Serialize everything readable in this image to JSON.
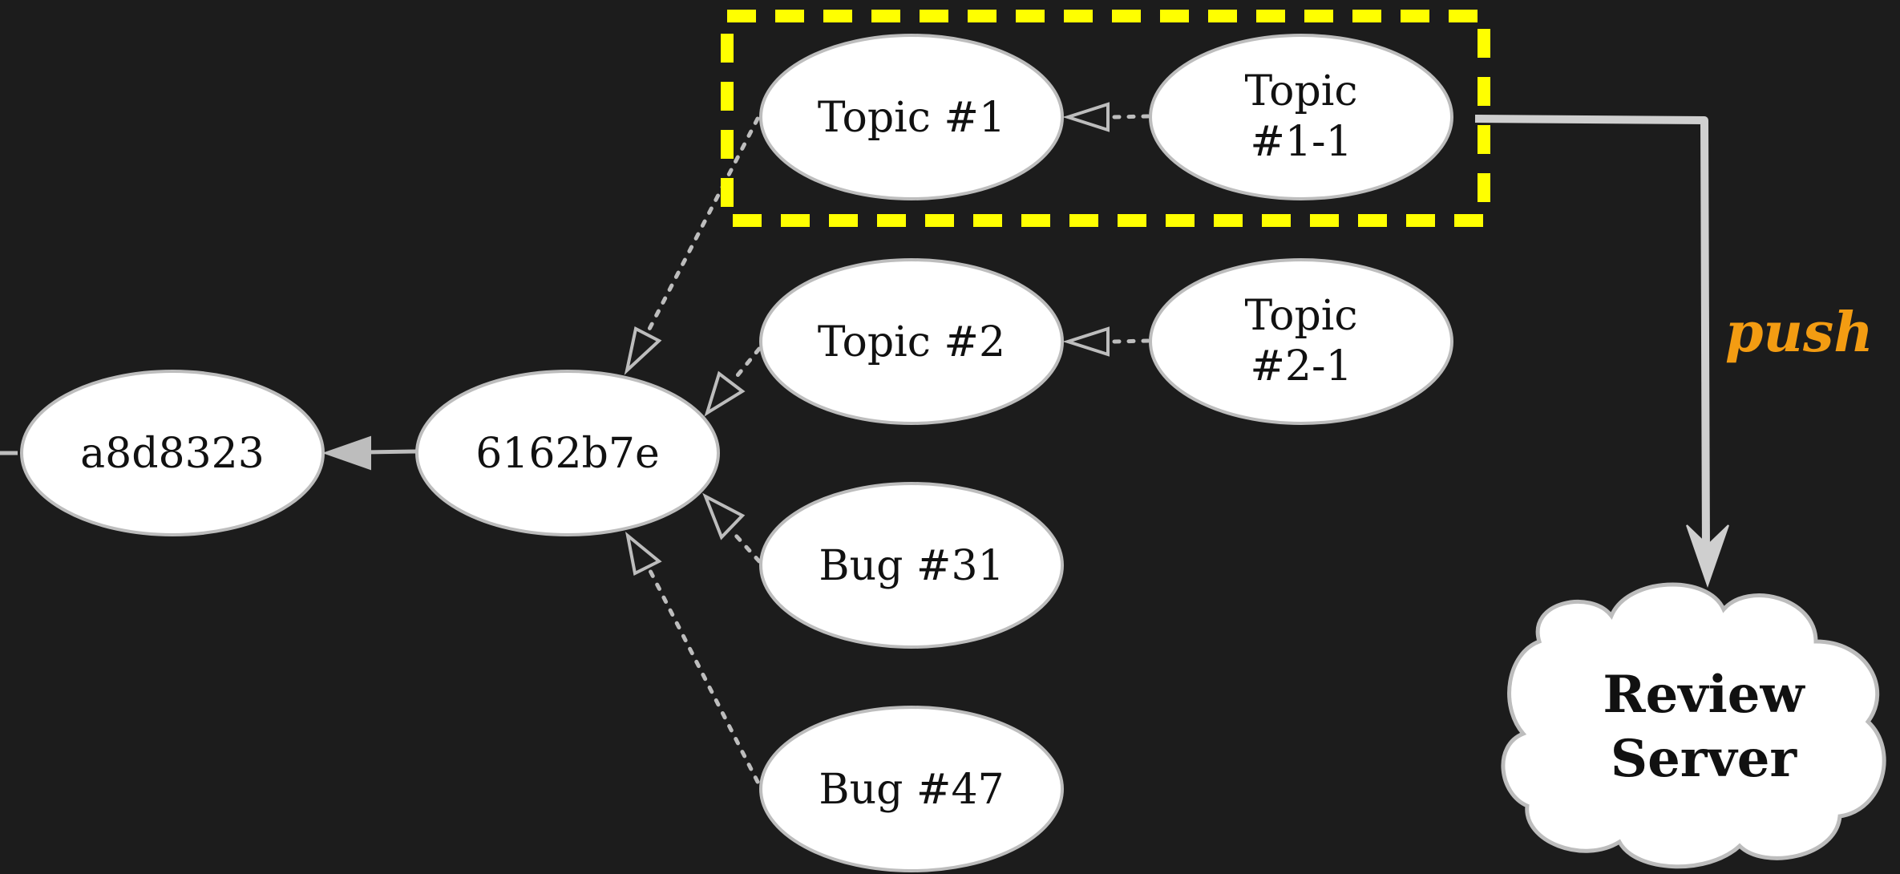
{
  "diagram": {
    "background_color": "#1c1c1c",
    "highlight_color": "#ffff00",
    "push_color": "#f39c12",
    "nodes": {
      "a8d8323": {
        "lines": [
          "a8d8323"
        ]
      },
      "n6162b7e": {
        "lines": [
          "6162b7e"
        ]
      },
      "topic1": {
        "lines": [
          "Topic #1"
        ]
      },
      "topic1_1": {
        "lines": [
          "Topic",
          "#1-1"
        ]
      },
      "topic2": {
        "lines": [
          "Topic #2"
        ]
      },
      "topic2_1": {
        "lines": [
          "Topic",
          "#2-1"
        ]
      },
      "bug31": {
        "lines": [
          "Bug #31"
        ]
      },
      "bug47": {
        "lines": [
          "Bug #47"
        ]
      }
    },
    "push_label": "push",
    "review_server": {
      "lines": [
        "Review",
        "Server"
      ]
    }
  }
}
